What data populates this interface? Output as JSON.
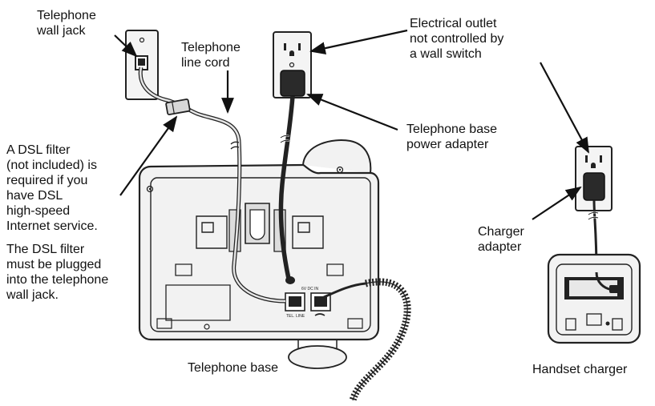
{
  "labels": {
    "wall_jack": [
      "Telephone",
      "wall jack"
    ],
    "line_cord": [
      "Telephone",
      "line cord"
    ],
    "outlet": [
      "Electrical outlet",
      "not controlled by",
      "a wall switch"
    ],
    "power_adapter": [
      "Telephone base",
      "power adapter"
    ],
    "dsl_note_1": [
      "A DSL filter",
      "(not included) is",
      "required if you",
      "have DSL",
      "high-speed",
      "Internet service."
    ],
    "dsl_note_2": [
      "The DSL filter",
      "must be plugged",
      "into the telephone",
      "wall jack."
    ],
    "charger_adapter": [
      "Charger",
      "adapter"
    ],
    "telephone_base": "Telephone base",
    "handset_charger": "Handset charger"
  },
  "port_labels": {
    "tel_line": "TEL. LINE",
    "dc_in": "6V DC IN"
  },
  "colors": {
    "line": "#222222",
    "cord_fill": "#e6e6e6",
    "adapter_fill": "#2a2a2a",
    "device_fill": "#f2f2f2"
  }
}
